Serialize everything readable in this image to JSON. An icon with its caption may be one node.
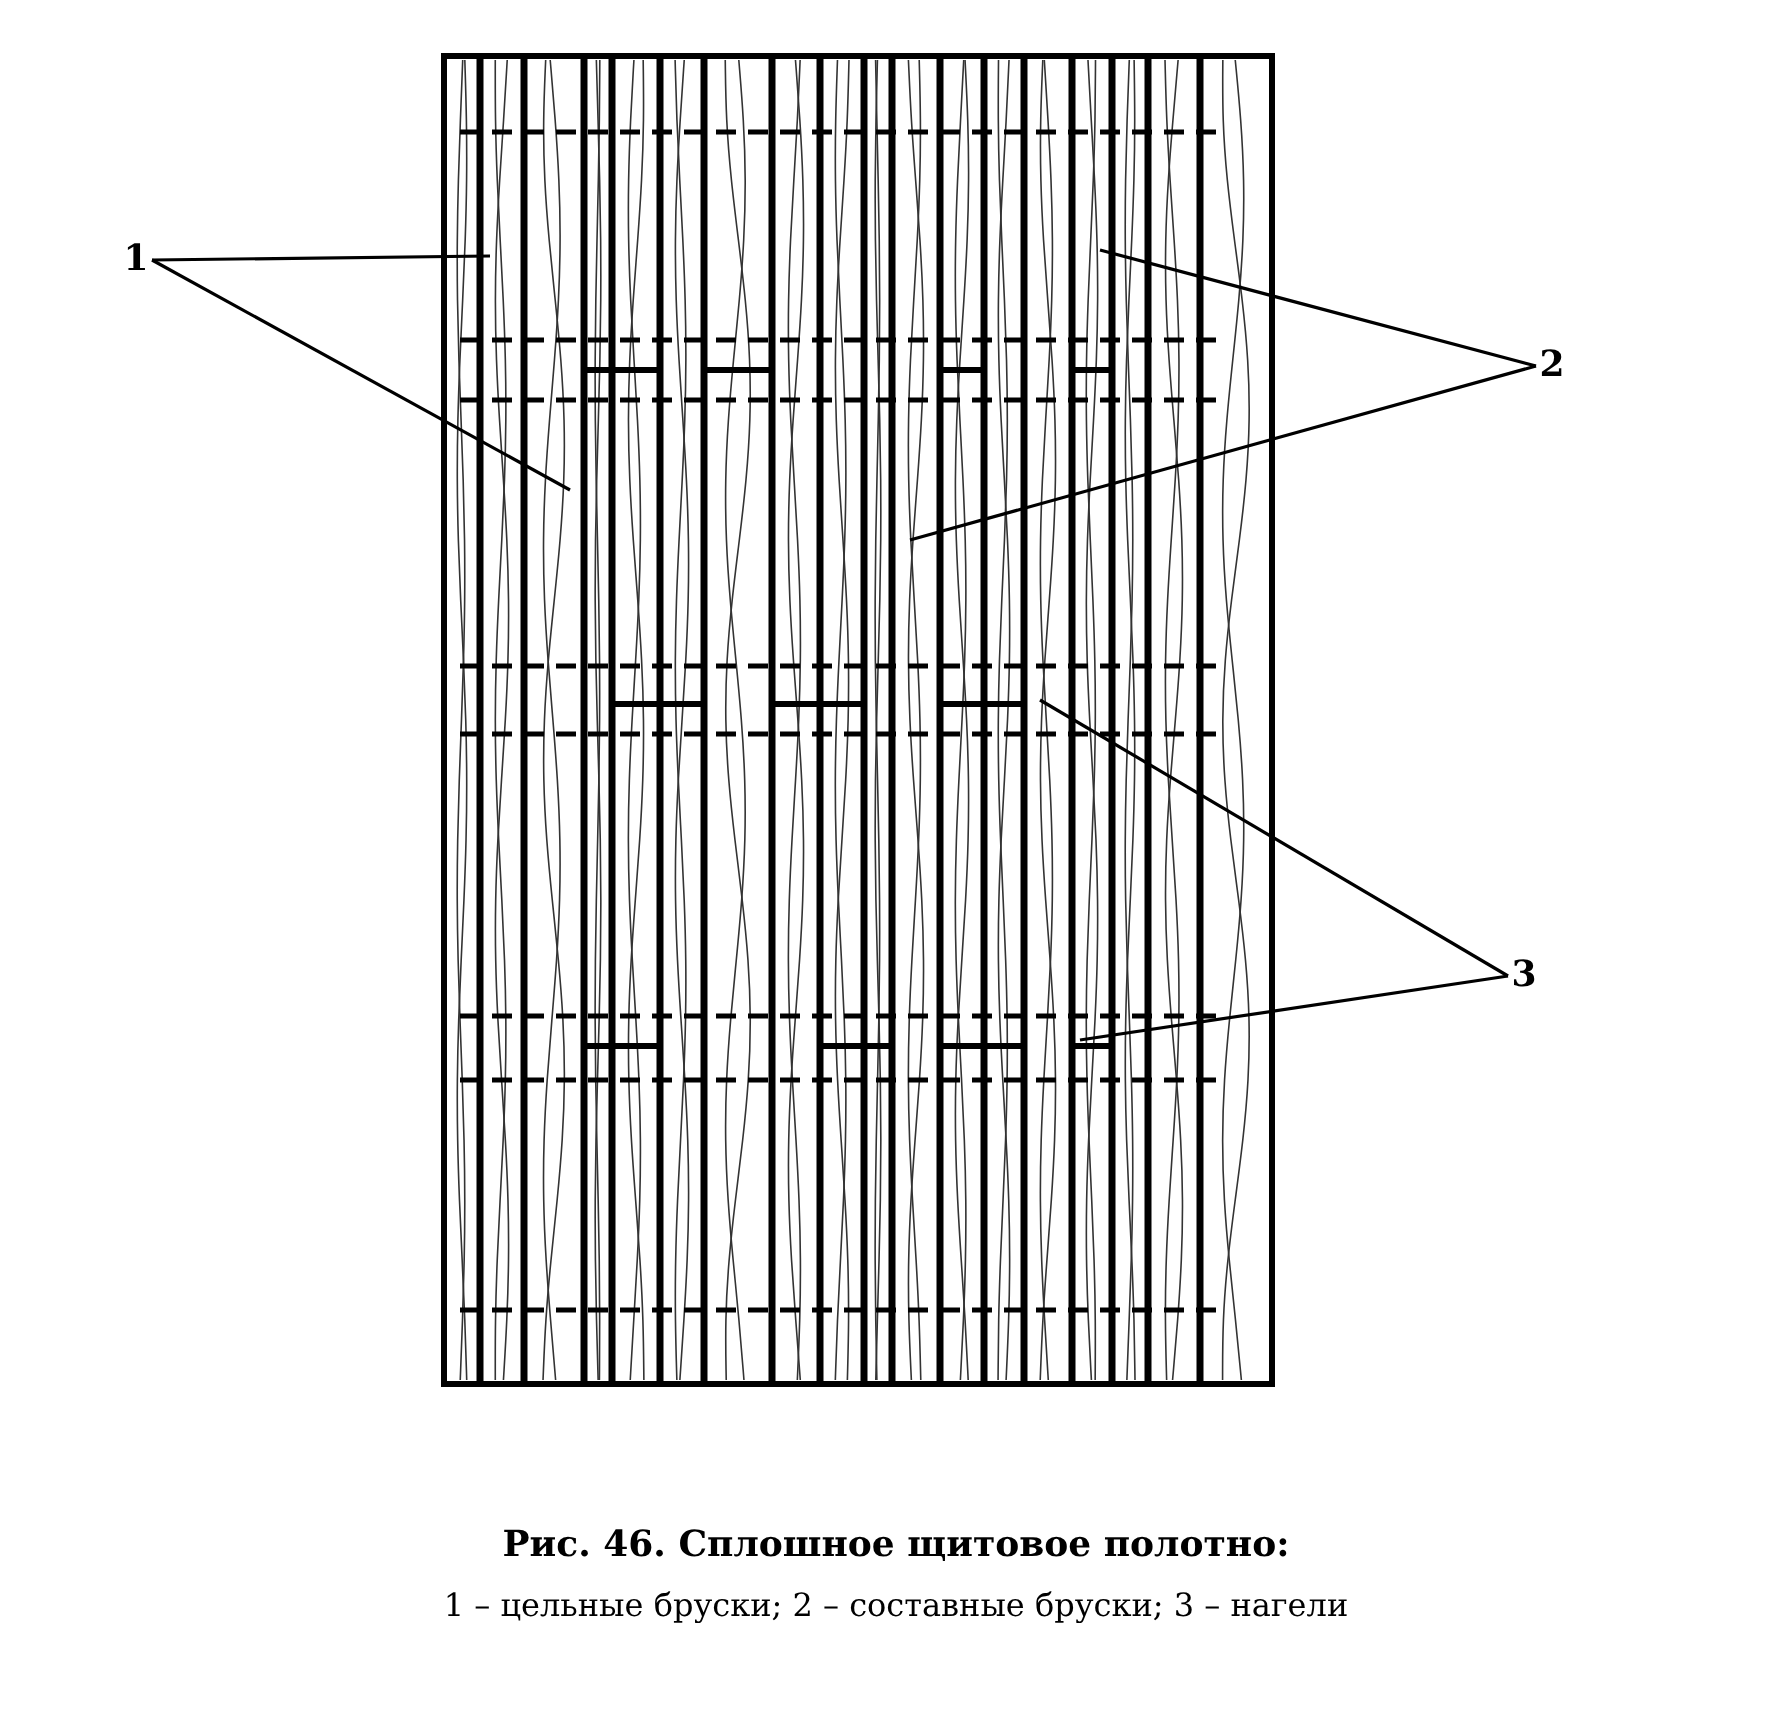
{
  "diagram": {
    "title": "Рис. 46. Сплошное щитовое полотно:",
    "caption": "1 – цельные бруски; 2 – составные бруски; 3 – нагели",
    "nodes": [
      {
        "text": [
          "1"
        ]
      },
      {
        "text": [
          "2"
        ]
      },
      {
        "text": [
          "3"
        ]
      }
    ],
    "edges": [
      {
        "from": 0,
        "to": null,
        "arrow": "none"
      },
      {
        "from": 0,
        "to": null,
        "arrow": "none"
      },
      {
        "from": 1,
        "to": null,
        "arrow": "none"
      },
      {
        "from": 1,
        "to": null,
        "arrow": "none"
      },
      {
        "from": 2,
        "to": null,
        "arrow": "none"
      },
      {
        "from": 2,
        "to": null,
        "arrow": "none"
      }
    ]
  }
}
